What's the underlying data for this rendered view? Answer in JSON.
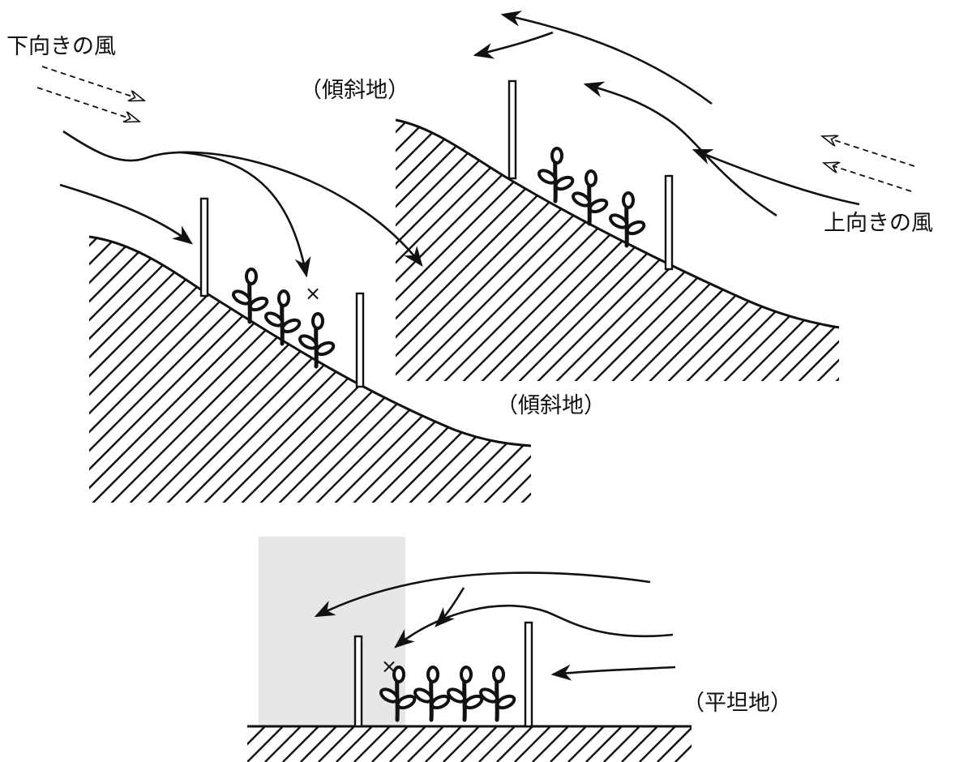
{
  "labels": {
    "downward_wind": "下向きの風",
    "upward_wind": "上向きの風",
    "slope_upper": "（傾斜地）",
    "slope_lower": "（傾斜地）",
    "flat_ground": "（平坦地）"
  },
  "markers": {
    "calm_spot": "×"
  },
  "colors": {
    "ink": "#111111",
    "shade": "#e6e7e6",
    "background": "#ffffff"
  }
}
